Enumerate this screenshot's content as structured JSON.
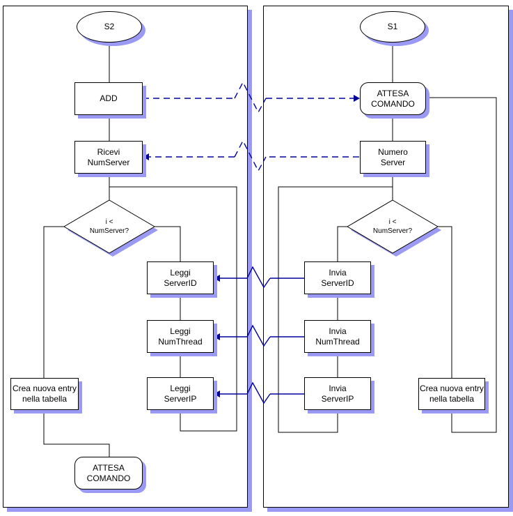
{
  "style": {
    "line_color": "#000000",
    "flow_color": "#000099",
    "shadow_color": "#9a9af5",
    "background": "#ffffff"
  },
  "left_panel": {
    "start": "S2",
    "add": "ADD",
    "ricevi_numserver": "Ricevi\nNumServer",
    "decision": "i <\nNumServer?",
    "crea_entry": "Crea nuova entry\nnella tabella",
    "leggi_serverid": "Leggi\nServerID",
    "leggi_numthread": "Leggi\nNumThread",
    "leggi_serverip": "Leggi\nServerIP",
    "attesa_comando": "ATTESA\nCOMANDO"
  },
  "right_panel": {
    "start": "S1",
    "attesa_comando": "ATTESA\nCOMANDO",
    "numero_server": "Numero\nServer",
    "decision": "i <\nNumServer?",
    "invia_serverid": "Invia\nServerID",
    "invia_numthread": "Invia\nNumThread",
    "invia_serverip": "Invia\nServerIP",
    "crea_entry": "Crea nuova entry\nnella tabella"
  },
  "messages": [
    {
      "from": "ADD",
      "to": "ATTESA COMANDO",
      "line": "dashed",
      "direction": "right"
    },
    {
      "from": "Numero Server",
      "to": "Ricevi NumServer",
      "line": "dashed",
      "direction": "left"
    },
    {
      "from": "Invia ServerID",
      "to": "Leggi ServerID",
      "line": "solid",
      "direction": "left"
    },
    {
      "from": "Invia NumThread",
      "to": "Leggi NumThread",
      "line": "solid",
      "direction": "left"
    },
    {
      "from": "Invia ServerIP",
      "to": "Leggi ServerIP",
      "line": "solid",
      "direction": "left"
    }
  ]
}
